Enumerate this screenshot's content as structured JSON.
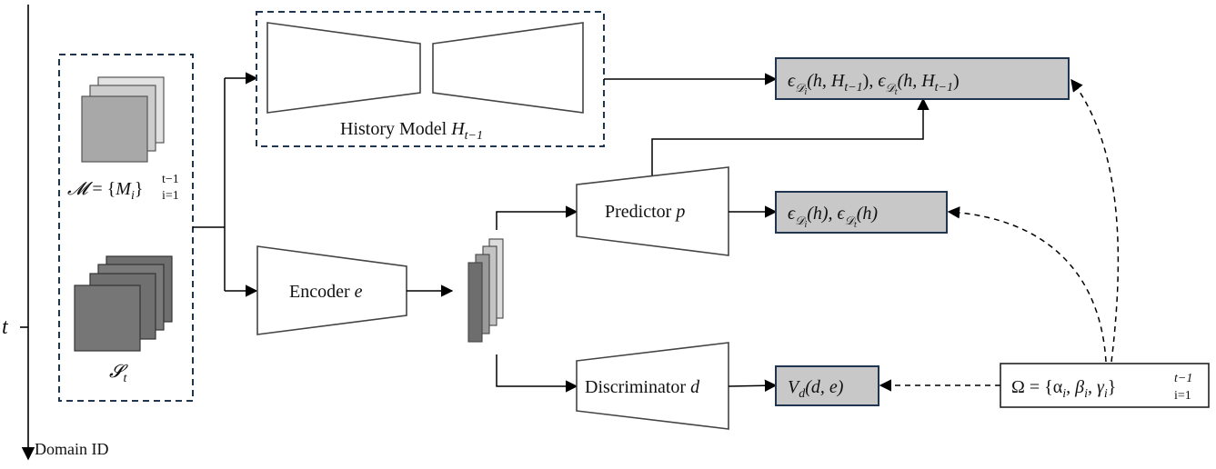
{
  "axis": {
    "label": "t",
    "caption": "Domain ID"
  },
  "memory": {
    "symbol": "𝓜",
    "equals": " = {",
    "element": "M",
    "element_sub": "i",
    "close": "}",
    "sup": "t−1",
    "sub": "i=1"
  },
  "current": {
    "symbol": "𝓢",
    "sub": "t"
  },
  "history_model": {
    "label": "History Model ",
    "symbol": "H",
    "sub": "t−1"
  },
  "encoder": {
    "label": "Encoder ",
    "symbol": "e"
  },
  "predictor": {
    "label": "Predictor ",
    "symbol": "p"
  },
  "discriminator": {
    "label": "Discriminator ",
    "symbol": "d"
  },
  "output_history": {
    "eps": "ϵ",
    "di_sub": "𝒟",
    "di_sub2": "i",
    "args1": "(h, H",
    "args1_sub": "t−1",
    "mid": "), ",
    "dt_sub": "𝒟",
    "dt_sub2": "t",
    "args2": "(h, H",
    "args2_sub": "t−1",
    "end": ")"
  },
  "output_predictor": {
    "eps": "ϵ",
    "di_sub": "𝒟",
    "di_sub2": "i",
    "args1": "(h), ",
    "dt_sub": "𝒟",
    "dt_sub2": "t",
    "args2": "(h)"
  },
  "output_discriminator": {
    "symbol": "V",
    "sub": "d",
    "args": "(d, e)"
  },
  "omega": {
    "symbol": "Ω",
    "body": " = {α",
    "s1": "i",
    "b": ", β",
    "s2": "i",
    "g": ", γ",
    "s3": "i",
    "close": "}",
    "sup": "t−1",
    "sub": "i=1"
  },
  "colors": {
    "output_box_fill": "#c8c8c8",
    "output_box_stroke": "#1f3550",
    "dashed_border": "#1f3550",
    "stack_light": "#d6d6d6",
    "stack_dark": "#6e6e6e"
  }
}
